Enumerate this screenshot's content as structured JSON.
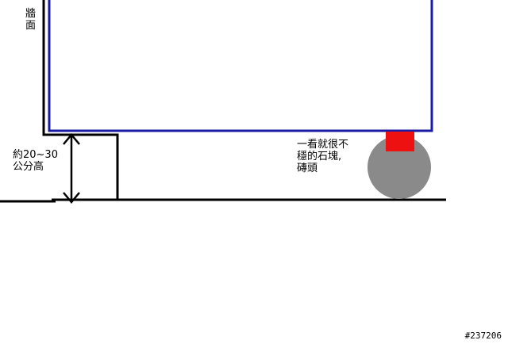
{
  "labels": {
    "wall": "牆面",
    "height_line1": "約20~30",
    "height_line2": "公分高",
    "stone_line1": "一看就很不",
    "stone_line2": "穩的石塊,",
    "stone_line3": "磚頭"
  },
  "watermark": "#237206",
  "colors": {
    "box_outline": "#1a1aa6",
    "brick": "#ee1111",
    "stone": "#8a8a8a",
    "lines": "#000000"
  }
}
